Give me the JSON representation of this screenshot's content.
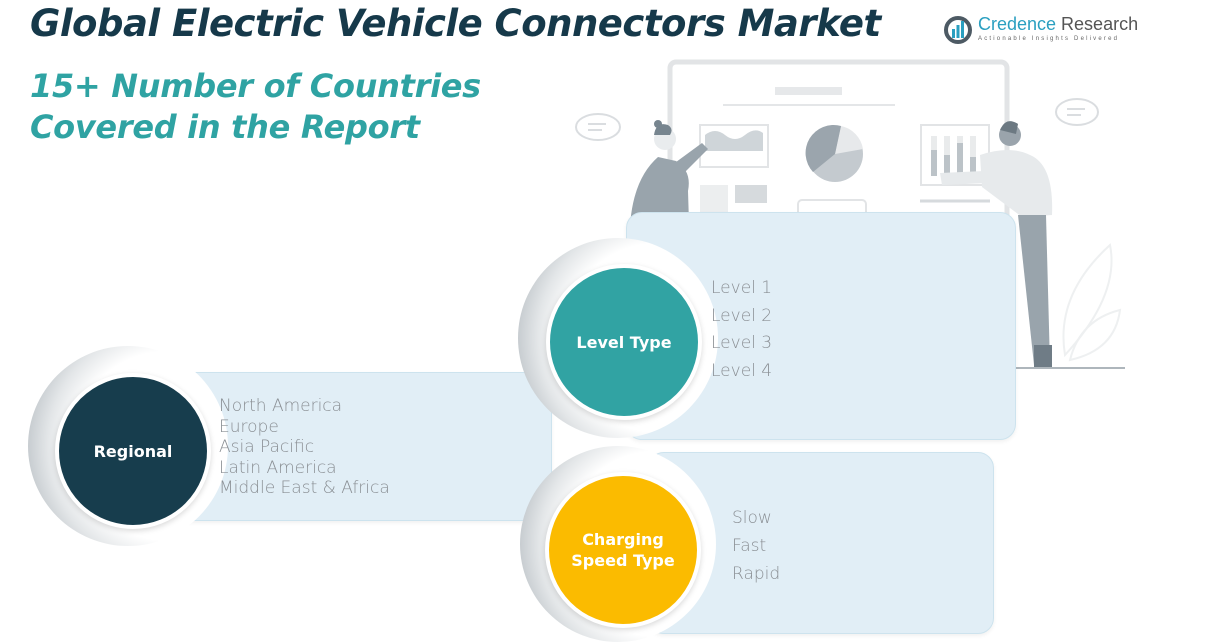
{
  "header": {
    "title": "Global Electric Vehicle Connectors Market",
    "subtitle_line1": "15+ Number of Countries",
    "subtitle_line2": "Covered in the Report"
  },
  "logo": {
    "name_part1": "Credence",
    "name_part2": " Research",
    "tagline": "Actionable Insights Delivered",
    "icon": "bar-chart-circle-icon"
  },
  "colors": {
    "title": "#16394a",
    "subtitle": "#2fa3a3",
    "regional": "#173d4d",
    "level_type": "#31a3a3",
    "charging_speed": "#fbbb00",
    "panel": "#e1eef6",
    "item_text": "#8a8f94"
  },
  "segments": [
    {
      "label": "Regional",
      "items": [
        "North America",
        "Europe",
        "Asia Pacific",
        "Latin America",
        "Middle East & Africa"
      ]
    },
    {
      "label": "Level Type",
      "items": [
        "Level 1",
        "Level 2",
        "Level 3",
        "Level 4"
      ]
    },
    {
      "label_line1": "Charging",
      "label_line2": "Speed Type",
      "items": [
        "Slow",
        "Fast",
        "Rapid"
      ]
    }
  ]
}
